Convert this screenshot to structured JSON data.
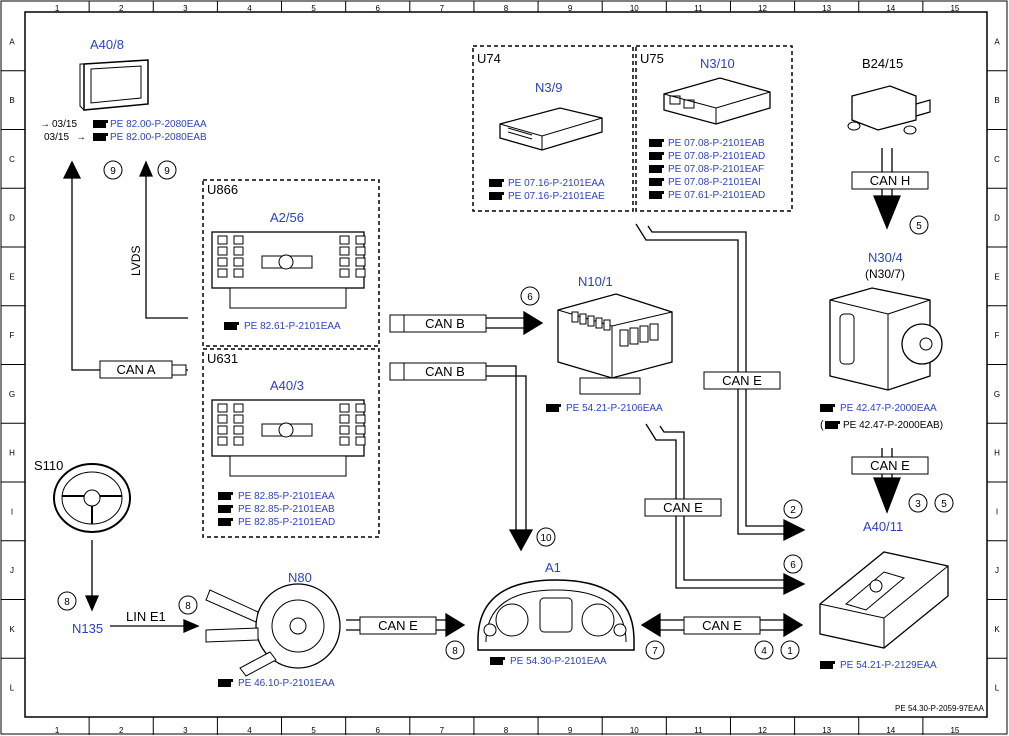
{
  "frame": {
    "columns": [
      "1",
      "2",
      "3",
      "4",
      "5",
      "6",
      "7",
      "8",
      "9",
      "10",
      "11",
      "12",
      "13",
      "14",
      "15"
    ],
    "rows": [
      "A",
      "B",
      "C",
      "D",
      "E",
      "F",
      "G",
      "H",
      "I",
      "J",
      "K",
      "L"
    ],
    "footer_id": "PE 54.30-P-2059-97EAA"
  },
  "groups": {
    "u74": "U74",
    "u75": "U75",
    "u866": "U866",
    "u631": "U631"
  },
  "components": {
    "a40_8": {
      "code": "A40/8",
      "refs": [
        "PE 82.00-P-2080EAA",
        "PE 82.00-P-2080EAB"
      ],
      "dates": [
        "03/15",
        "03/15"
      ]
    },
    "n3_9": {
      "code": "N3/9",
      "refs": [
        "PE 07.16-P-2101EAA",
        "PE 07.16-P-2101EAE"
      ]
    },
    "n3_10": {
      "code": "N3/10",
      "refs": [
        "PE 07.08-P-2101EAB",
        "PE 07.08-P-2101EAD",
        "PE 07.08-P-2101EAF",
        "PE 07.08-P-2101EAI",
        "PE 07.61-P-2101EAD"
      ]
    },
    "b24_15": {
      "code": "B24/15"
    },
    "a2_56": {
      "code": "A2/56",
      "refs": [
        "PE 82.61-P-2101EAA"
      ]
    },
    "a40_3": {
      "code": "A40/3",
      "refs": [
        "PE 82.85-P-2101EAA",
        "PE 82.85-P-2101EAB",
        "PE 82.85-P-2101EAD"
      ]
    },
    "n10_1": {
      "code": "N10/1",
      "refs": [
        "PE 54.21-P-2106EAA"
      ]
    },
    "n30_4": {
      "code": "N30/4",
      "alt": "(N30/7)",
      "refs": [
        "PE 42.47-P-2000EAA",
        "PE 42.47-P-2000EAB)"
      ]
    },
    "s110": {
      "code": "S110"
    },
    "n135": {
      "code": "N135"
    },
    "n80": {
      "code": "N80",
      "refs": [
        "PE 46.10-P-2101EAA"
      ]
    },
    "a1": {
      "code": "A1",
      "refs": [
        "PE 54.30-P-2101EAA"
      ]
    },
    "a40_11": {
      "code": "A40/11",
      "refs": [
        "PE 54.21-P-2129EAA"
      ]
    }
  },
  "buses": {
    "can_a": "CAN A",
    "can_b1": "CAN B",
    "can_b2": "CAN B",
    "can_h": "CAN H",
    "can_e_n3": "CAN E",
    "can_e_n30": "CAN E",
    "can_e_n10": "CAN E",
    "can_e_a40_11": "CAN E",
    "can_e_n80": "CAN E",
    "lin_e1": "LIN E1",
    "lvds": "LVDS"
  },
  "notes": {
    "n9a": "9",
    "n9b": "9",
    "n6a": "6",
    "n5a": "5",
    "n2": "2",
    "n6b": "6",
    "n3": "3",
    "n5b": "5",
    "n10": "10",
    "n8a": "8",
    "n8b": "8",
    "n8c": "8",
    "n7": "7",
    "n4": "4",
    "n1": "1"
  }
}
